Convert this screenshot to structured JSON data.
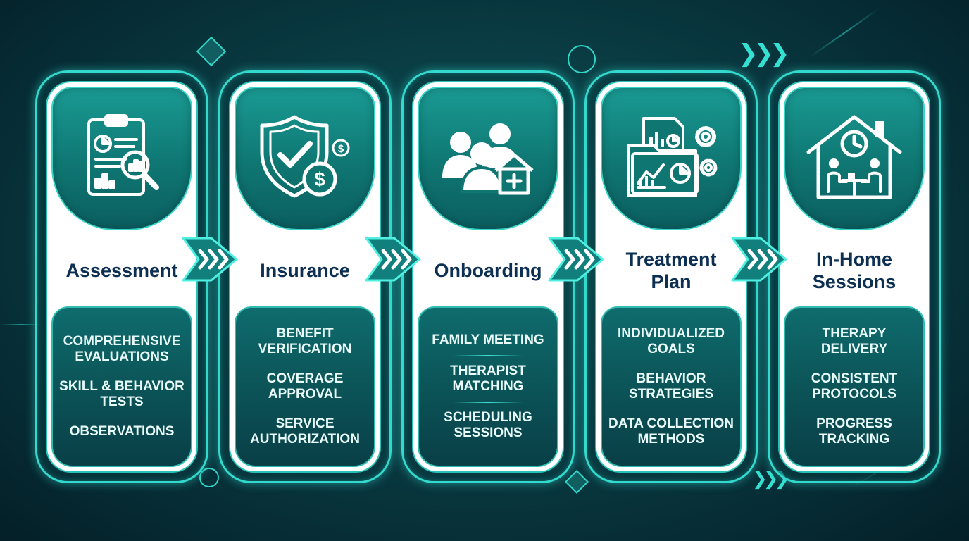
{
  "steps": [
    {
      "title_lines": [
        "Assessment"
      ],
      "icon": "clipboard-magnifier-icon",
      "items": [
        {
          "lines": [
            "COMPREHENSIVE",
            "EVALUATIONS"
          ]
        },
        {
          "lines": [
            "SKILL & BEHAVIOR",
            "TESTS"
          ]
        },
        {
          "lines": [
            "OBSERVATIONS"
          ]
        }
      ]
    },
    {
      "title_lines": [
        "Insurance"
      ],
      "icon": "shield-dollar-icon",
      "items": [
        {
          "lines": [
            "BENEFIT",
            "VERIFICATION"
          ]
        },
        {
          "lines": [
            "COVERAGE",
            "APPROVAL"
          ]
        },
        {
          "lines": [
            "SERVICE",
            "AUTHORIZATION"
          ]
        }
      ]
    },
    {
      "title_lines": [
        "Onboarding"
      ],
      "icon": "family-home-icon",
      "items": [
        {
          "lines": [
            "FAMILY MEETING"
          ]
        },
        {
          "lines": [
            "THERAPIST",
            "MATCHING"
          ]
        },
        {
          "lines": [
            "SCHEDULING",
            "SESSIONS"
          ]
        }
      ]
    },
    {
      "title_lines": [
        "Treatment",
        "Plan"
      ],
      "icon": "folder-charts-gears-icon",
      "items": [
        {
          "lines": [
            "INDIVIDUALIZED",
            "GOALS"
          ]
        },
        {
          "lines": [
            "BEHAVIOR",
            "STRATEGIES"
          ]
        },
        {
          "lines": [
            "DATA COLLECTION",
            "METHODS"
          ]
        }
      ]
    },
    {
      "title_lines": [
        "In-Home",
        "Sessions"
      ],
      "icon": "house-session-icon",
      "items": [
        {
          "lines": [
            "THERAPY",
            "DELIVERY"
          ]
        },
        {
          "lines": [
            "CONSISTENT",
            "PROTOCOLS"
          ]
        },
        {
          "lines": [
            "PROGRESS",
            "TRACKING"
          ]
        }
      ]
    }
  ],
  "colors": {
    "accent": "#32d9cc",
    "title_text": "#0c2f52",
    "panel_dark": "#0b5458",
    "item_text": "#e9fbf9"
  }
}
